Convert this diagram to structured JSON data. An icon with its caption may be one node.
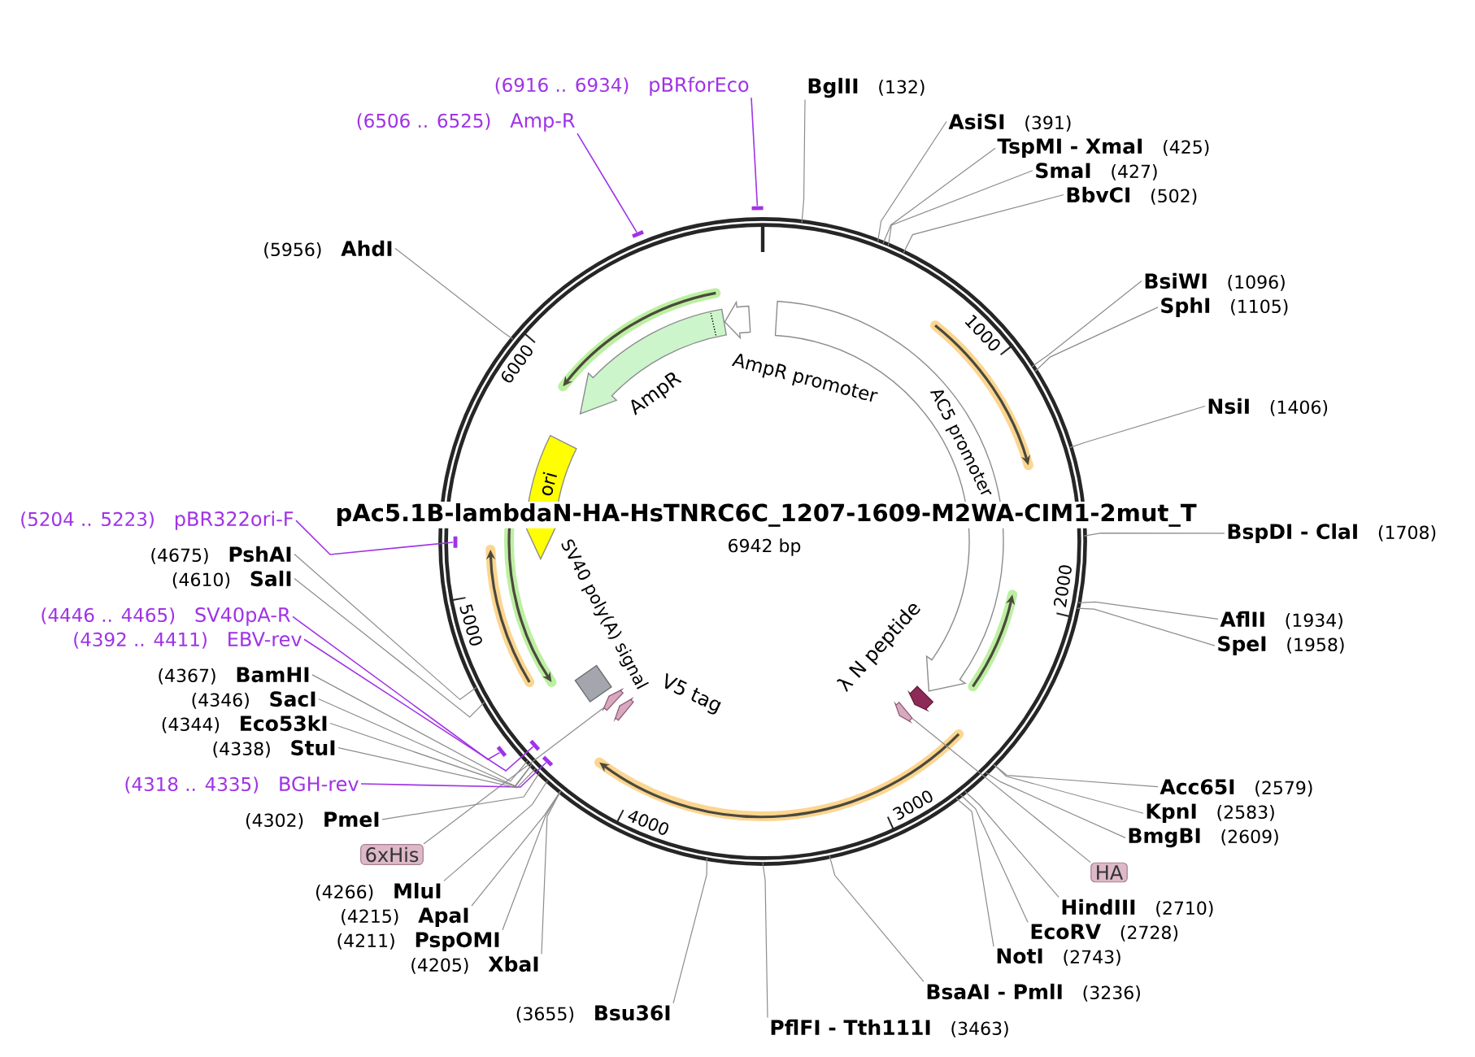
{
  "diagram": {
    "title": "pAc5.1B-lambdaN-HA-HsTNRC6C_1207-1609-M2WA-CIM1-2mut_T",
    "nodes": [
      {
        "text": [],
        "shape": "circle"
      },
      {
        "text": [
          "AC5 promoter"
        ],
        "in": 0
      },
      {
        "text": [
          "λ N peptide"
        ],
        "in": 0
      },
      {
        "text": [],
        "shape": "arrow",
        "in": 0
      },
      {
        "text": [
          "V5 tag"
        ],
        "in": 0
      },
      {
        "text": [],
        "shape": "arrow",
        "in": 0
      },
      {
        "text": [
          "SV40 poly(A) signal"
        ],
        "in": 0
      },
      {
        "text": [
          "ori"
        ],
        "in": 0
      },
      {
        "text": [
          "AmpR"
        ],
        "in": 0
      },
      {
        "text": [
          "AmpR promoter"
        ],
        "in": 0
      },
      {
        "text": [],
        "shape": "bar",
        "in": 0
      },
      {
        "text": [],
        "shape": "bar",
        "in": 0
      },
      {
        "text": [],
        "shape": "bar"
      },
      {
        "text": [],
        "shape": "bar",
        "in": 0
      },
      {
        "text": [],
        "shape": "bar"
      },
      {
        "text": [],
        "shape": "bar"
      },
      {
        "text": [
          "BglII"
        ],
        "beside": [
          "(132)"
        ]
      },
      {
        "text": [
          "AsiSI"
        ],
        "beside": [
          "(391)"
        ]
      },
      {
        "text": [
          "TspMI - XmaI"
        ],
        "beside": [
          "(425)"
        ]
      },
      {
        "text": [
          "SmaI"
        ],
        "beside": [
          "(427)"
        ]
      },
      {
        "text": [
          "BbvCI"
        ],
        "beside": [
          "(502)"
        ]
      },
      {
        "text": [
          "BsiWI"
        ],
        "beside": [
          "(1096)"
        ]
      },
      {
        "text": [
          "SphI"
        ],
        "beside": [
          "(1105)"
        ]
      },
      {
        "text": [
          "NsiI"
        ],
        "beside": [
          "(1406)"
        ]
      },
      {
        "text": [
          "BspDI - ClaI"
        ],
        "beside": [
          "(1708)"
        ]
      },
      {
        "text": [
          "AflII"
        ],
        "beside": [
          "(1934)"
        ]
      },
      {
        "text": [
          "SpeI"
        ],
        "beside": [
          "(1958)"
        ]
      },
      {
        "text": [
          "Acc65I"
        ],
        "beside": [
          "(2579)"
        ]
      },
      {
        "text": [
          "KpnI"
        ],
        "beside": [
          "(2583)"
        ]
      },
      {
        "text": [
          "BmgBI"
        ],
        "beside": [
          "(2609)"
        ]
      },
      {
        "text": [
          "HA"
        ]
      },
      {
        "text": [
          "HindIII"
        ],
        "beside": [
          "(2710)"
        ]
      },
      {
        "text": [
          "EcoRV"
        ],
        "beside": [
          "(2728)"
        ]
      },
      {
        "text": [
          "NotI"
        ],
        "beside": [
          "(2743)"
        ]
      },
      {
        "text": [
          "BsaAI - PmlI"
        ],
        "beside": [
          "(3236)"
        ]
      },
      {
        "text": [
          "PflFI - Tth111I"
        ],
        "beside": [
          "(3463)"
        ]
      },
      {
        "text": [
          "Bsu36I"
        ],
        "beside": [
          "(3655)"
        ]
      },
      {
        "text": [
          "XbaI"
        ],
        "beside": [
          "(4205)"
        ]
      },
      {
        "text": [
          "PspOMI"
        ],
        "beside": [
          "(4211)"
        ]
      },
      {
        "text": [
          "ApaI"
        ],
        "beside": [
          "(4215)"
        ]
      },
      {
        "text": [
          "MluI"
        ],
        "beside": [
          "(4266)"
        ]
      },
      {
        "text": [
          "6xHis"
        ]
      },
      {
        "text": [
          "PmeI"
        ],
        "beside": [
          "(4302)"
        ]
      },
      {
        "text": [
          "BGH-rev"
        ],
        "beside": [
          "(4318 .. 4335)"
        ]
      },
      {
        "text": [
          "StuI"
        ],
        "beside": [
          "(4338)"
        ]
      },
      {
        "text": [
          "Eco53kI"
        ],
        "beside": [
          "(4344)"
        ]
      },
      {
        "text": [
          "SacI"
        ],
        "beside": [
          "(4346)"
        ]
      },
      {
        "text": [
          "BamHI"
        ],
        "beside": [
          "(4367)"
        ]
      },
      {
        "text": [
          "EBV-rev"
        ],
        "beside": [
          "(4392 .. 4411)"
        ]
      },
      {
        "text": [
          "SV40pA-R"
        ],
        "beside": [
          "(4446 .. 4465)"
        ]
      },
      {
        "text": [
          "SalI"
        ],
        "beside": [
          "(4610)"
        ]
      },
      {
        "text": [
          "PshAI"
        ],
        "beside": [
          "(4675)"
        ]
      },
      {
        "text": [
          "pBR322ori-F"
        ],
        "beside": [
          "(5204 .. 5223)"
        ]
      },
      {
        "text": [
          "AhdI"
        ],
        "beside": [
          "(5956)"
        ]
      },
      {
        "text": [
          "Amp-R"
        ],
        "beside": [
          "(6506 .. 6525)"
        ]
      },
      {
        "text": [
          "pBRforEco"
        ],
        "beside": [
          "(6916 .. 6934)"
        ]
      }
    ],
    "edges": [
      {
        "from": 16,
        "to": 0,
        "arrow": "none"
      },
      {
        "from": 17,
        "to": 0,
        "arrow": "none"
      },
      {
        "from": 18,
        "to": 0,
        "arrow": "none"
      },
      {
        "from": 19,
        "to": 0,
        "arrow": "none"
      },
      {
        "from": 20,
        "to": 0,
        "arrow": "none"
      },
      {
        "from": 21,
        "to": 0,
        "arrow": "none"
      },
      {
        "from": 22,
        "to": 0,
        "arrow": "none"
      },
      {
        "from": 23,
        "to": 0,
        "arrow": "none"
      },
      {
        "from": 24,
        "to": 0,
        "arrow": "none"
      },
      {
        "from": 25,
        "to": 0,
        "arrow": "none"
      },
      {
        "from": 26,
        "to": 0,
        "arrow": "none"
      },
      {
        "from": 27,
        "to": 0,
        "arrow": "none"
      },
      {
        "from": 28,
        "to": 0,
        "arrow": "none"
      },
      {
        "from": 29,
        "to": 0,
        "arrow": "none"
      },
      {
        "from": 30,
        "to": 5,
        "arrow": "none"
      },
      {
        "from": 31,
        "to": 0,
        "arrow": "none"
      },
      {
        "from": 32,
        "to": 0,
        "arrow": "none"
      },
      {
        "from": 33,
        "to": 0,
        "arrow": "none"
      },
      {
        "from": 34,
        "to": 0,
        "arrow": "none"
      },
      {
        "from": 35,
        "to": 0,
        "arrow": "none"
      },
      {
        "from": 36,
        "to": 0,
        "arrow": "none"
      },
      {
        "from": 37,
        "to": 0,
        "arrow": "none"
      },
      {
        "from": 38,
        "to": 0,
        "arrow": "none"
      },
      {
        "from": 39,
        "to": 0,
        "arrow": "none"
      },
      {
        "from": 40,
        "to": 0,
        "arrow": "none"
      },
      {
        "from": 41,
        "to": 3,
        "arrow": "none"
      },
      {
        "from": 42,
        "to": 0,
        "arrow": "none"
      },
      {
        "from": 43,
        "to": 10,
        "arrow": "none",
        "color": "#a033e6"
      },
      {
        "from": 44,
        "to": 0,
        "arrow": "none"
      },
      {
        "from": 45,
        "to": 0,
        "arrow": "none"
      },
      {
        "from": 46,
        "to": 0,
        "arrow": "none"
      },
      {
        "from": 47,
        "to": 0,
        "arrow": "none"
      },
      {
        "from": 48,
        "to": 11,
        "arrow": "none",
        "color": "#a033e6"
      },
      {
        "from": 49,
        "to": 12,
        "arrow": "none",
        "color": "#a033e6"
      },
      {
        "from": 50,
        "to": 0,
        "arrow": "none"
      },
      {
        "from": 51,
        "to": 0,
        "arrow": "none"
      },
      {
        "from": 52,
        "to": 13,
        "arrow": "none",
        "color": "#a033e6"
      },
      {
        "from": 53,
        "to": 0,
        "arrow": "none"
      },
      {
        "from": 54,
        "to": 14,
        "arrow": "none",
        "color": "#a033e6"
      },
      {
        "from": 55,
        "to": 15,
        "arrow": "none",
        "color": "#a033e6"
      }
    ],
    "labels": [
      "6942 bp",
      "1000",
      "2000",
      "3000",
      "4000",
      "5000",
      "6000"
    ]
  }
}
